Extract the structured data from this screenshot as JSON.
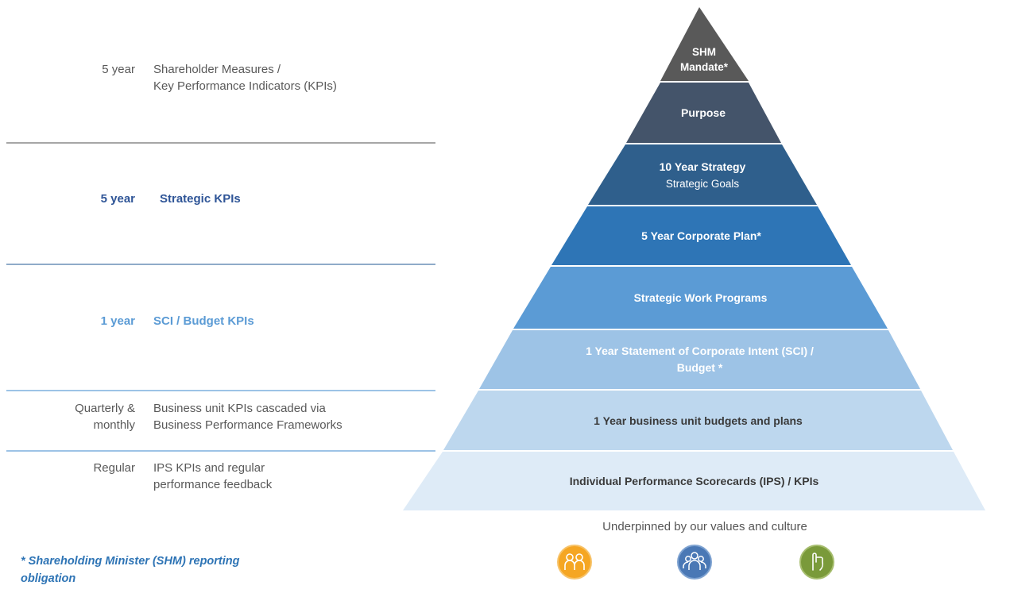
{
  "left_labels": [
    {
      "period": "5 year",
      "description": [
        "Shareholder Measures /",
        "Key Performance Indicators (KPIs)"
      ],
      "color": "#595959"
    },
    {
      "period": "5 year",
      "description": [
        "Strategic KPIs"
      ],
      "color": "#2f5597"
    },
    {
      "period": "1 year",
      "description": [
        "SCI / Budget KPIs"
      ],
      "color": "#5b9bd5"
    },
    {
      "period_lines": [
        "Quarterly &",
        "monthly"
      ],
      "description": [
        "Business unit KPIs cascaded via",
        "Business Performance Frameworks"
      ],
      "color": "#595959"
    },
    {
      "period": "Regular",
      "description": [
        "IPS KPIs and regular",
        "performance feedback"
      ],
      "color": "#595959"
    }
  ],
  "pyramid": [
    {
      "lines": [
        "SHM",
        "Mandate*"
      ],
      "color": "#595959"
    },
    {
      "lines": [
        "Purpose"
      ],
      "color": "#44546a"
    },
    {
      "lines": [
        "10 Year Strategy",
        "Strategic Goals"
      ],
      "color": "#2f5f8c"
    },
    {
      "lines": [
        "5 Year Corporate Plan*"
      ],
      "color": "#2e75b6"
    },
    {
      "lines": [
        "Strategic Work Programs"
      ],
      "color": "#5b9bd5"
    },
    {
      "lines": [
        "1 Year Statement of Corporate Intent (SCI) /",
        "Budget *"
      ],
      "color": "#9dc3e6"
    },
    {
      "lines": [
        "1 Year business unit budgets and plans"
      ],
      "color": "#bdd7ee"
    },
    {
      "lines": [
        "Individual Performance Scorecards (IPS) / KPIs"
      ],
      "color": "#deebf7"
    }
  ],
  "underpinned_text": "Underpinned by our values and culture",
  "values_icons": [
    {
      "icon": "people-pair-icon",
      "color": "#f5a623"
    },
    {
      "icon": "team-group-icon",
      "color": "#4a78b5"
    },
    {
      "icon": "raised-hand-icon",
      "color": "#7a9a3a"
    }
  ],
  "footnote": [
    "* Shareholding Minister (SHM) reporting",
    "obligation"
  ]
}
